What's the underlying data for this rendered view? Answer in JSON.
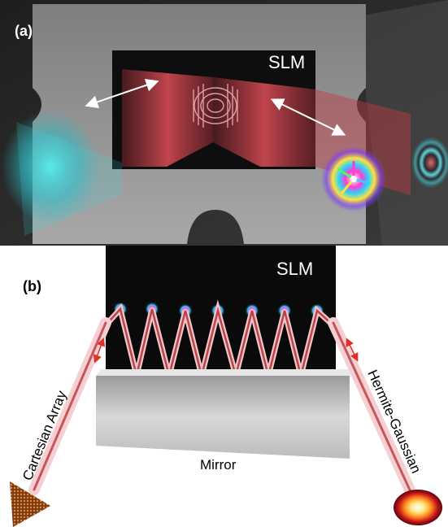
{
  "panel_a": {
    "label": "(a)",
    "slm_label": "SLM"
  },
  "panel_b": {
    "label": "(b)",
    "slm_label": "SLM",
    "mirror_label": "Mirror",
    "input_label": "Cartesian Array",
    "output_label": "Hermite-Gaussian"
  },
  "colors": {
    "background_dark": "#2a2a2a",
    "slm_frame": "#8c8c8c",
    "beam_red": "#d8424a",
    "beam_cyan": "#3ee6e6",
    "arrow_white": "#ffffff",
    "arrow_red": "#e0302a",
    "mirror_gray": "#bdbdbd"
  },
  "icons": [
    "double-arrow-icon",
    "vortex-beam-icon",
    "gaussian-spot-icon",
    "pyramid-array-icon"
  ]
}
